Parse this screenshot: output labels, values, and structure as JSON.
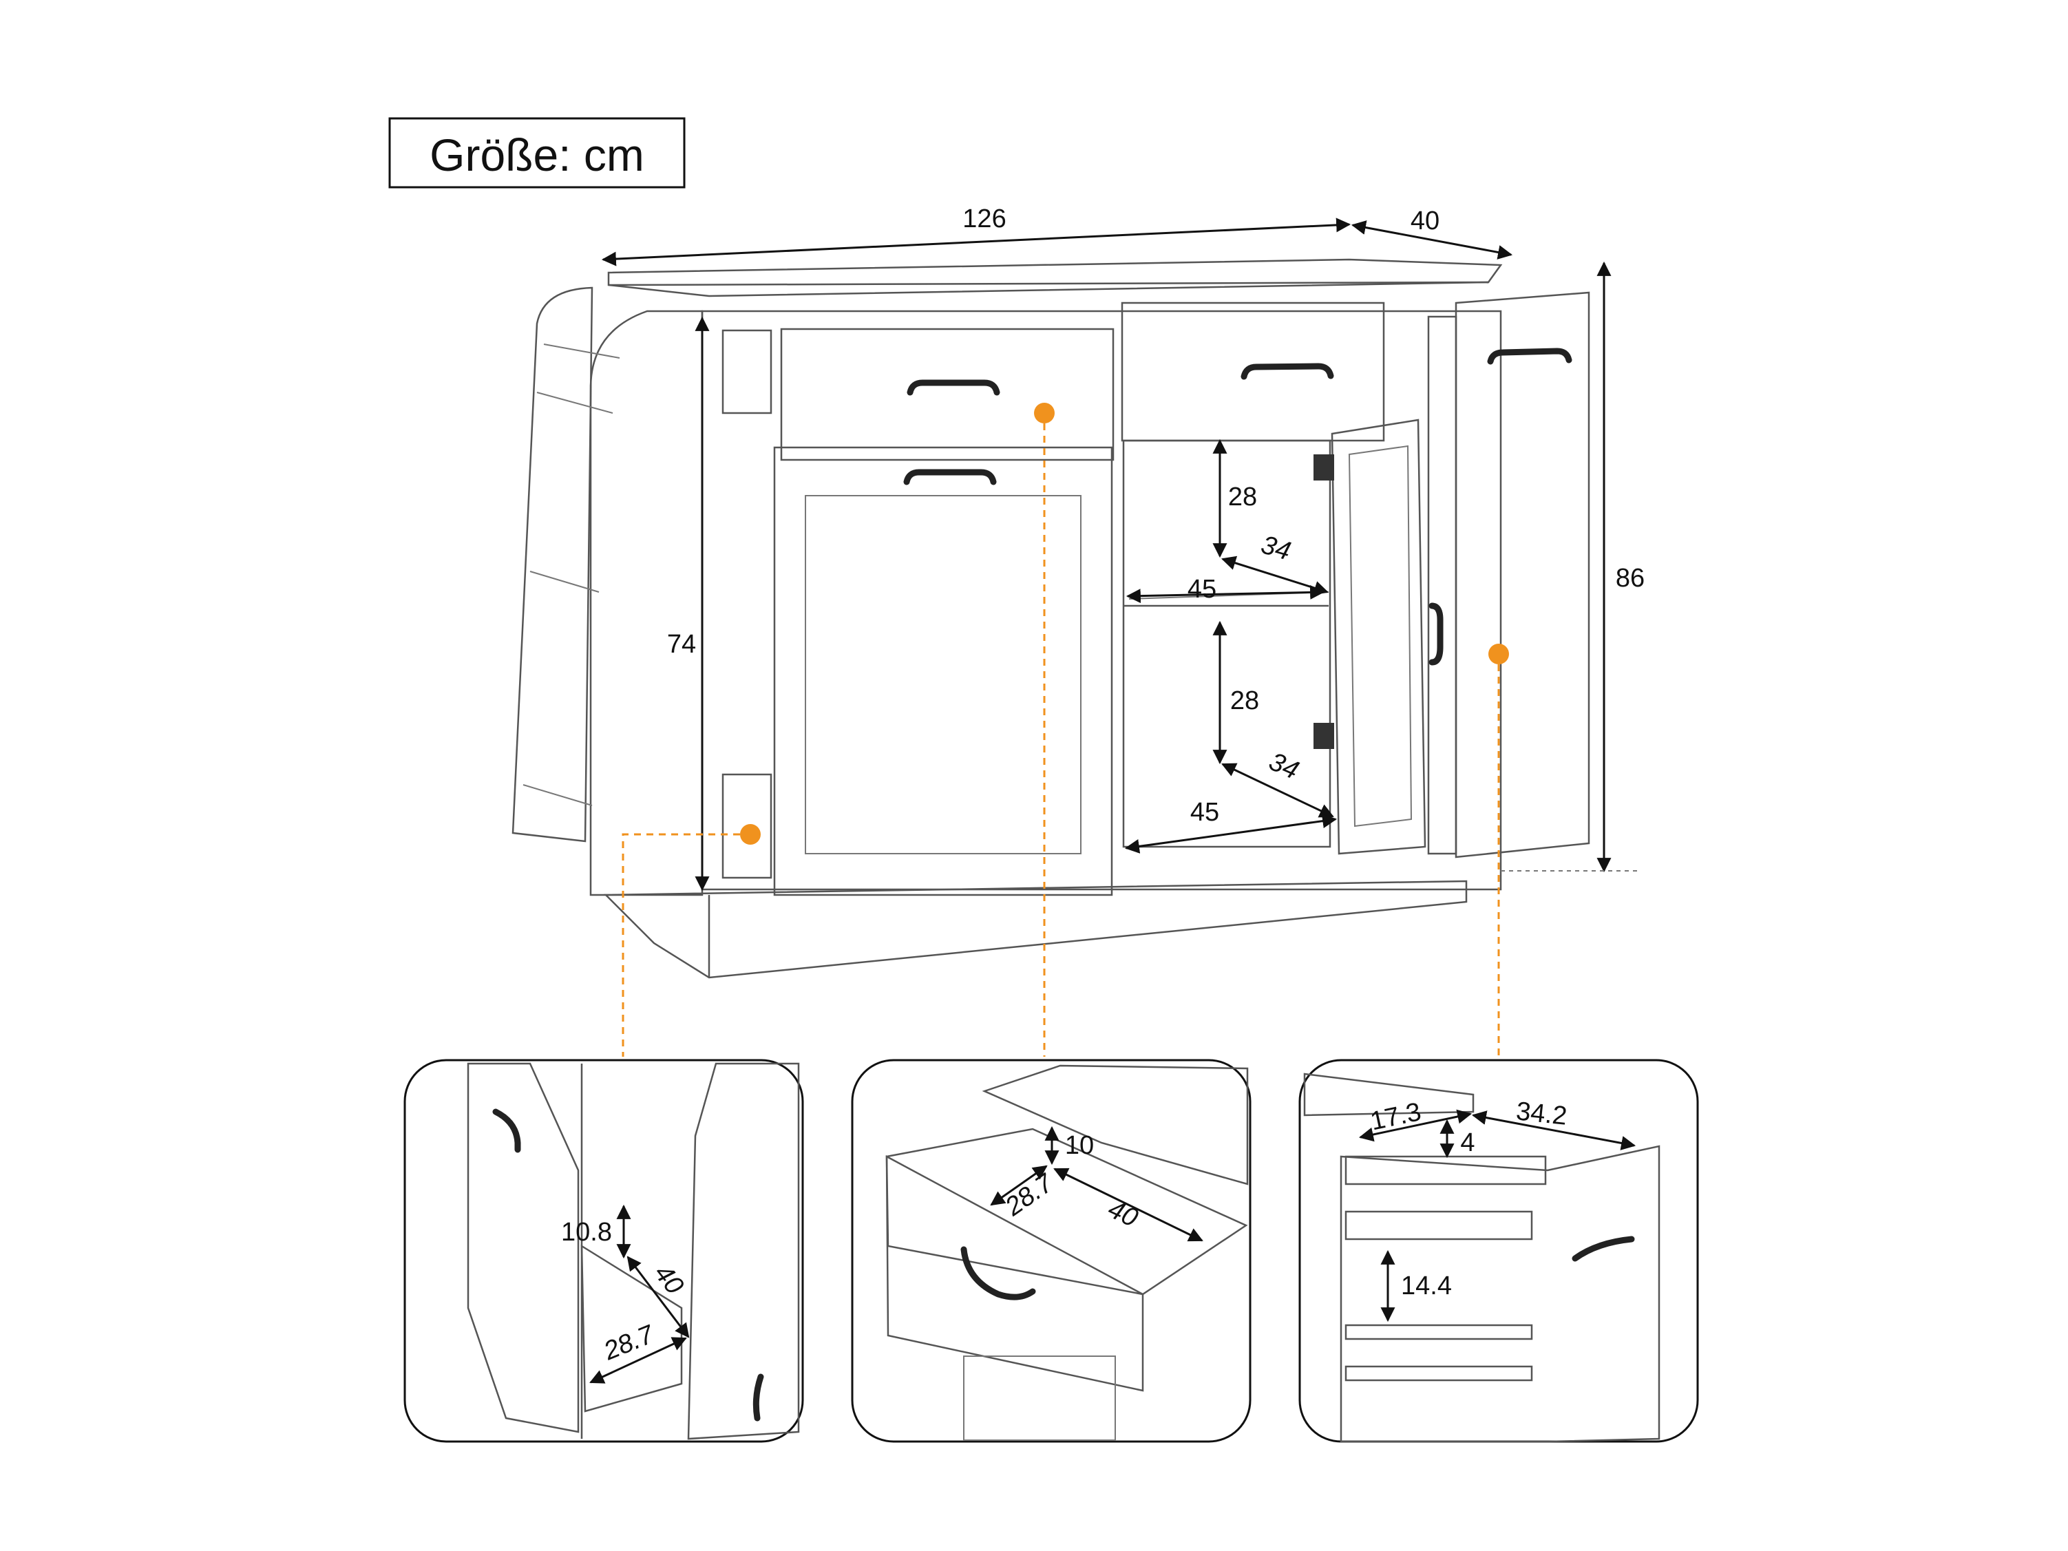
{
  "title": "Größe: cm",
  "main_view": {
    "width": "126",
    "depth": "40",
    "height_total": "86",
    "height_side": "74",
    "upper_shelf": {
      "height": "28",
      "depth": "34",
      "width": "45"
    },
    "lower_shelf": {
      "height": "28",
      "depth": "34",
      "width": "45"
    }
  },
  "detail_left": {
    "height": "10.8",
    "depth": "40",
    "width": "28.7"
  },
  "detail_center": {
    "height": "10",
    "width": "28.7",
    "depth": "40"
  },
  "detail_right": {
    "width": "17.3",
    "height_top": "4",
    "depth": "34.2",
    "height_shelf": "14.4"
  },
  "colors": {
    "marker": "#f0921e",
    "line": "#555555",
    "text": "#111111"
  }
}
